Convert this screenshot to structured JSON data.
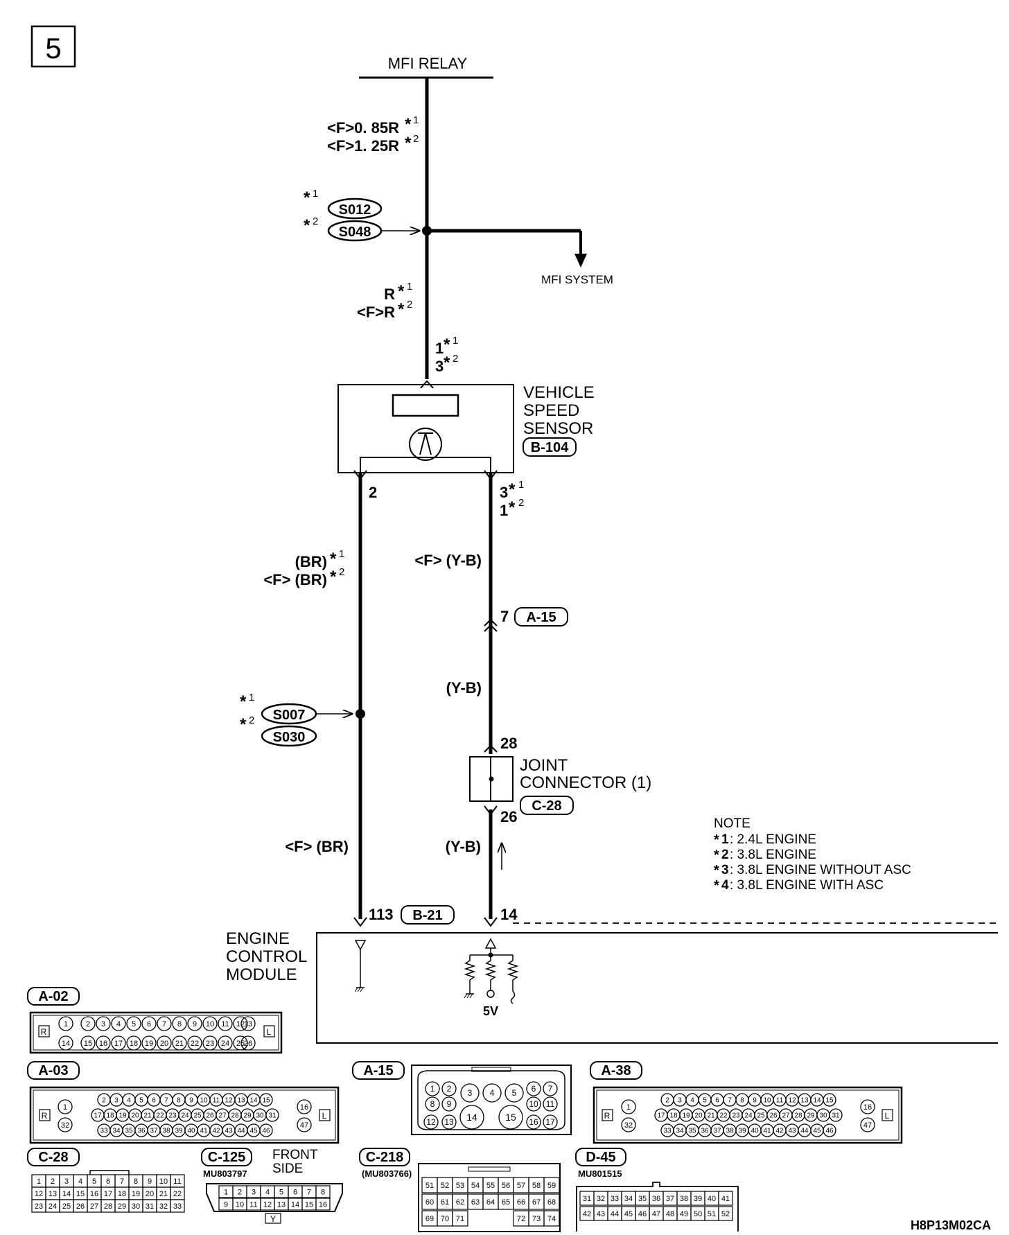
{
  "page_number": "5",
  "diagram_code": "H8P13M02CA",
  "star": "*",
  "top": {
    "relay": "MFI RELAY",
    "wire1": "<F>0. 85R",
    "wire1_note": "1",
    "wire2": "<F>1. 25R",
    "wire2_note": "2",
    "splice1": "S012",
    "splice1_note": "1",
    "splice2": "S048",
    "splice2_note": "2",
    "mfi_system": "MFI SYSTEM",
    "wire3": "R",
    "wire3_note": "1",
    "wire4": "<F>R",
    "wire4_note": "2",
    "pin_a": "1",
    "pin_a_note": "1",
    "pin_b": "3",
    "pin_b_note": "2"
  },
  "sensor": {
    "line1": "VEHICLE",
    "line2": "SPEED",
    "line3": "SENSOR",
    "connector": "B-104",
    "pin_left": "2",
    "pin_right_a": "3",
    "pin_right_a_note": "1",
    "pin_right_b": "1",
    "pin_right_b_note": "2"
  },
  "left_wire": {
    "w1": "(BR)",
    "w1_note": "1",
    "w2": "<F> (BR)",
    "w2_note": "2",
    "splice1": "S007",
    "splice1_note": "1",
    "splice2": "S030",
    "splice2_note": "2",
    "w3": "<F> (BR)",
    "pin": "113",
    "connector": "B-21"
  },
  "right_wire": {
    "w1": "<F> (Y-B)",
    "pin1": "7",
    "conn1": "A-15",
    "w2": "(Y-B)",
    "pin2": "28",
    "joint1": "JOINT",
    "joint2": "CONNECTOR (1)",
    "joint_conn": "C-28",
    "pin3": "26",
    "w3": "(Y-B)",
    "pin4": "14"
  },
  "note": {
    "title": "NOTE",
    "items": [
      {
        "num": "1",
        "text": ": 2.4L ENGINE"
      },
      {
        "num": "2",
        "text": ": 3.8L ENGINE"
      },
      {
        "num": "3",
        "text": ": 3.8L ENGINE WITHOUT ASC"
      },
      {
        "num": "4",
        "text": ": 3.8L ENGINE WITH ASC"
      }
    ]
  },
  "ecm": {
    "line1": "ENGINE",
    "line2": "CONTROL",
    "line3": "MODULE",
    "voltage": "5V"
  },
  "connectors": {
    "a02": {
      "name": "A-02",
      "row1": [
        "1",
        "2",
        "3",
        "4",
        "5",
        "6",
        "7",
        "8",
        "9",
        "10",
        "11",
        "12",
        "13"
      ],
      "row2": [
        "14",
        "15",
        "16",
        "17",
        "18",
        "19",
        "20",
        "21",
        "22",
        "23",
        "24",
        "25",
        "26"
      ],
      "r": "R",
      "l": "L"
    },
    "a03": {
      "name": "A-03",
      "row1": [
        "1",
        "2",
        "3",
        "4",
        "5",
        "6",
        "7",
        "8",
        "9",
        "10",
        "11",
        "12",
        "13",
        "14",
        "15",
        "16"
      ],
      "row2": [
        "17",
        "18",
        "19",
        "20",
        "21",
        "22",
        "23",
        "24",
        "25",
        "26",
        "27",
        "28",
        "29",
        "30",
        "31"
      ],
      "row3": [
        "32",
        "33",
        "34",
        "35",
        "36",
        "37",
        "38",
        "39",
        "40",
        "41",
        "42",
        "43",
        "44",
        "45",
        "46",
        "47"
      ],
      "r": "R",
      "l": "L"
    },
    "a15": {
      "name": "A-15",
      "row1": [
        "1",
        "2",
        "3",
        "4",
        "5",
        "6",
        "7"
      ],
      "row2": [
        "8",
        "9",
        "10",
        "11"
      ],
      "row3": [
        "12",
        "13",
        "14",
        "15",
        "16",
        "17"
      ]
    },
    "a38": {
      "name": "A-38",
      "row1": [
        "1",
        "2",
        "3",
        "4",
        "5",
        "6",
        "7",
        "8",
        "9",
        "10",
        "11",
        "12",
        "13",
        "14",
        "15",
        "16"
      ],
      "row2": [
        "17",
        "18",
        "19",
        "20",
        "21",
        "22",
        "23",
        "24",
        "25",
        "26",
        "27",
        "28",
        "29",
        "30",
        "31"
      ],
      "row3": [
        "32",
        "33",
        "34",
        "35",
        "36",
        "37",
        "38",
        "39",
        "40",
        "41",
        "42",
        "43",
        "44",
        "45",
        "46",
        "47"
      ],
      "r": "R",
      "l": "L"
    },
    "c28": {
      "name": "C-28",
      "row1": [
        "1",
        "2",
        "3",
        "4",
        "5",
        "6",
        "7",
        "8",
        "9",
        "10",
        "11"
      ],
      "row2": [
        "12",
        "13",
        "14",
        "15",
        "16",
        "17",
        "18",
        "19",
        "20",
        "21",
        "22"
      ],
      "row3": [
        "23",
        "24",
        "25",
        "26",
        "27",
        "28",
        "29",
        "30",
        "31",
        "32",
        "33"
      ]
    },
    "c125": {
      "name": "C-125",
      "part": "MU803797",
      "front1": "FRONT",
      "front2": "SIDE",
      "row1": [
        "1",
        "2",
        "3",
        "4",
        "5",
        "6",
        "7",
        "8"
      ],
      "row2": [
        "9",
        "10",
        "11",
        "12",
        "13",
        "14",
        "15",
        "16"
      ],
      "color": "Y"
    },
    "c218": {
      "name": "C-218",
      "part": "(MU803766)",
      "row1": [
        "51",
        "52",
        "53",
        "54",
        "55",
        "56",
        "57",
        "58",
        "59"
      ],
      "row2": [
        "60",
        "61",
        "62",
        "63",
        "64",
        "65",
        "66",
        "67",
        "68"
      ],
      "row3": [
        "69",
        "70",
        "71",
        "",
        "",
        "",
        "72",
        "73",
        "74"
      ]
    },
    "d45": {
      "name": "D-45",
      "part": "MU801515",
      "row1": [
        "31",
        "32",
        "33",
        "34",
        "35",
        "36",
        "37",
        "38",
        "39",
        "40",
        "41"
      ],
      "row2": [
        "42",
        "43",
        "44",
        "45",
        "46",
        "47",
        "48",
        "49",
        "50",
        "51",
        "52"
      ]
    }
  }
}
